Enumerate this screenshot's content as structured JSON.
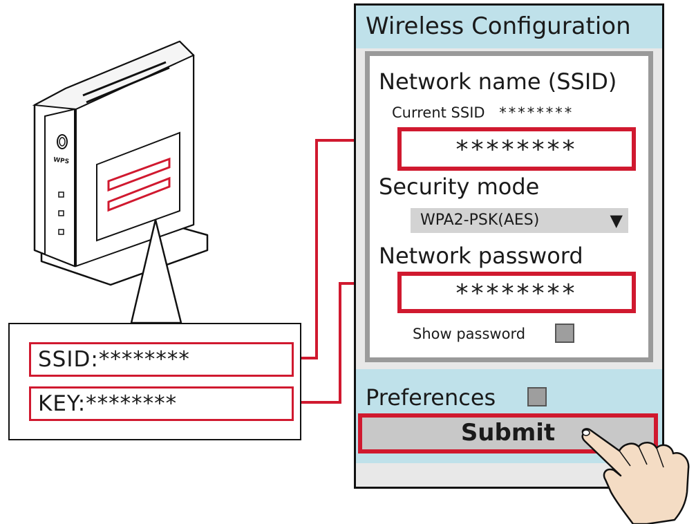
{
  "router": {
    "wps_label": "WPS"
  },
  "label": {
    "ssid_line": "SSID:********",
    "key_line": "KEY:********"
  },
  "config": {
    "title": "Wireless Configuration",
    "network_name_heading": "Network name (SSID)",
    "current_ssid_label": "Current SSID",
    "current_ssid_value": "********",
    "ssid_input_value": "********",
    "security_mode_heading": "Security mode",
    "security_mode_selected": "WPA2-PSK(AES)",
    "dropdown_arrow": "▼",
    "password_heading": "Network password",
    "password_input_value": "********",
    "show_password_label": "Show password",
    "preferences_label": "Preferences",
    "submit_label": "Submit"
  },
  "colors": {
    "accent_red": "#d0192f",
    "panel_blue": "#bfe1ea",
    "frame_gray": "#9a9a9a"
  },
  "icons": [
    "router-device-icon",
    "wps-button-icon",
    "pointing-hand-icon",
    "connector-line-icon"
  ]
}
